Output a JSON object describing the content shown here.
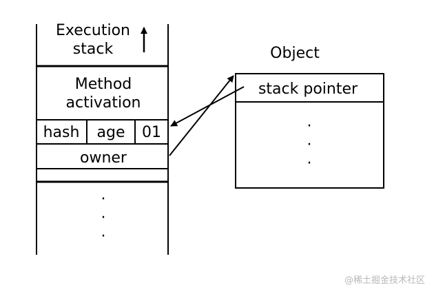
{
  "stack": {
    "execution_label_line1": "Execution",
    "execution_label_line2": "stack",
    "method_label_line1": "Method",
    "method_label_line2": "activation",
    "field_hash": "hash",
    "field_age": "age",
    "field_bits": "01",
    "field_owner": "owner",
    "ellipsis": [
      "·",
      "·",
      "·"
    ]
  },
  "object": {
    "title": "Object",
    "field_stack_pointer": "stack pointer",
    "ellipsis": [
      "·",
      "·",
      "·"
    ]
  },
  "watermark": "@稀土掘金技术社区",
  "colors": {
    "line": "#000000",
    "background": "#ffffff",
    "watermark": "#b8b8b8"
  }
}
